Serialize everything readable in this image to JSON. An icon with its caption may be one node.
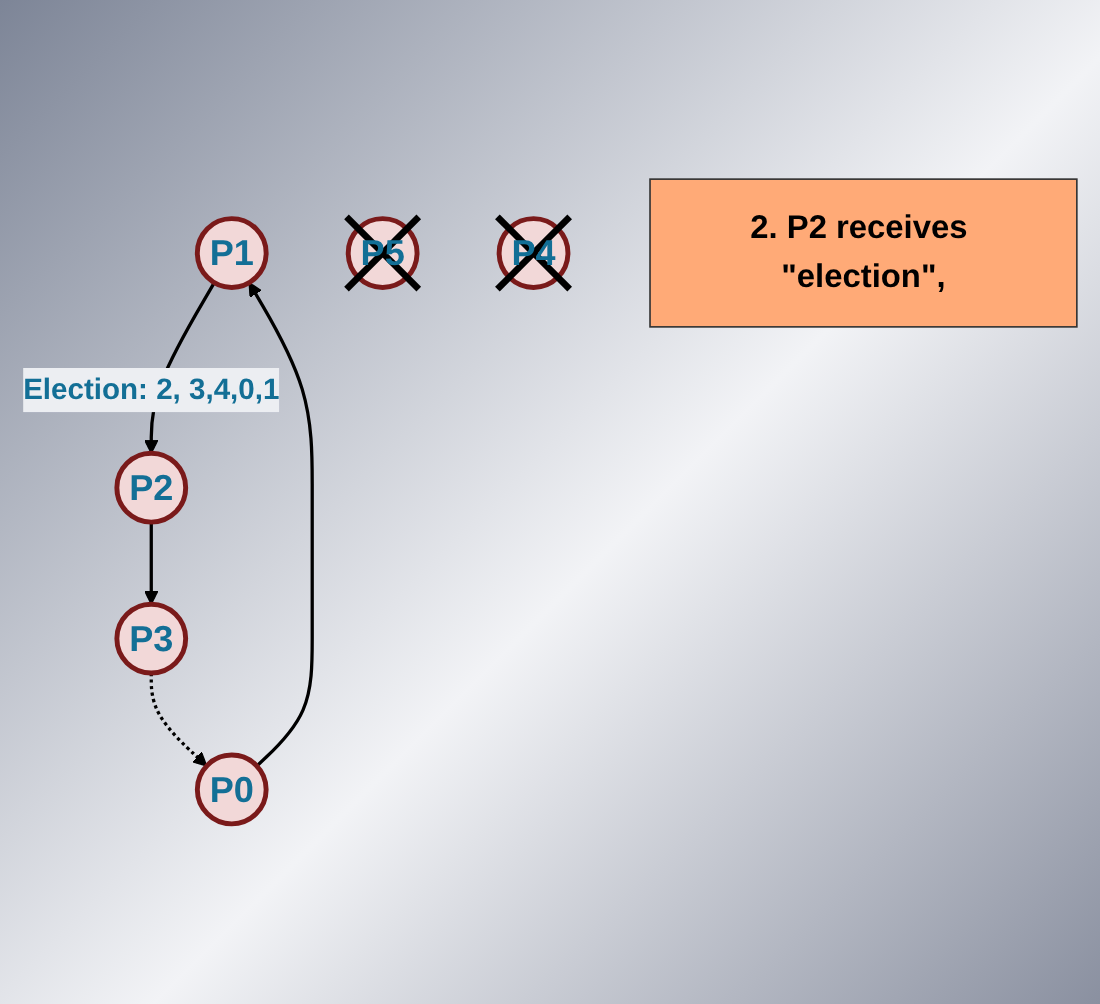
{
  "diagram": {
    "nodes": [
      {
        "text": [
          "P1"
        ]
      },
      {
        "text": [
          "P0"
        ]
      },
      {
        "text": [
          "P2"
        ]
      },
      {
        "text": [
          "P5"
        ]
      },
      {
        "text": [
          "P3"
        ]
      },
      {
        "text": [
          "P4"
        ]
      },
      {
        "text": [
          "2. P2 receives \"election\","
        ]
      }
    ],
    "edges": [
      {
        "from": 1,
        "to": 0,
        "arrow": "to"
      },
      {
        "from": 0,
        "to": 2,
        "arrow": "to",
        "label": "Election: 2, 3,4,0,1"
      },
      {
        "from": 2,
        "to": 4,
        "arrow": "to"
      },
      {
        "from": 4,
        "to": 1,
        "arrow": "to",
        "style": "dashed"
      }
    ]
  }
}
